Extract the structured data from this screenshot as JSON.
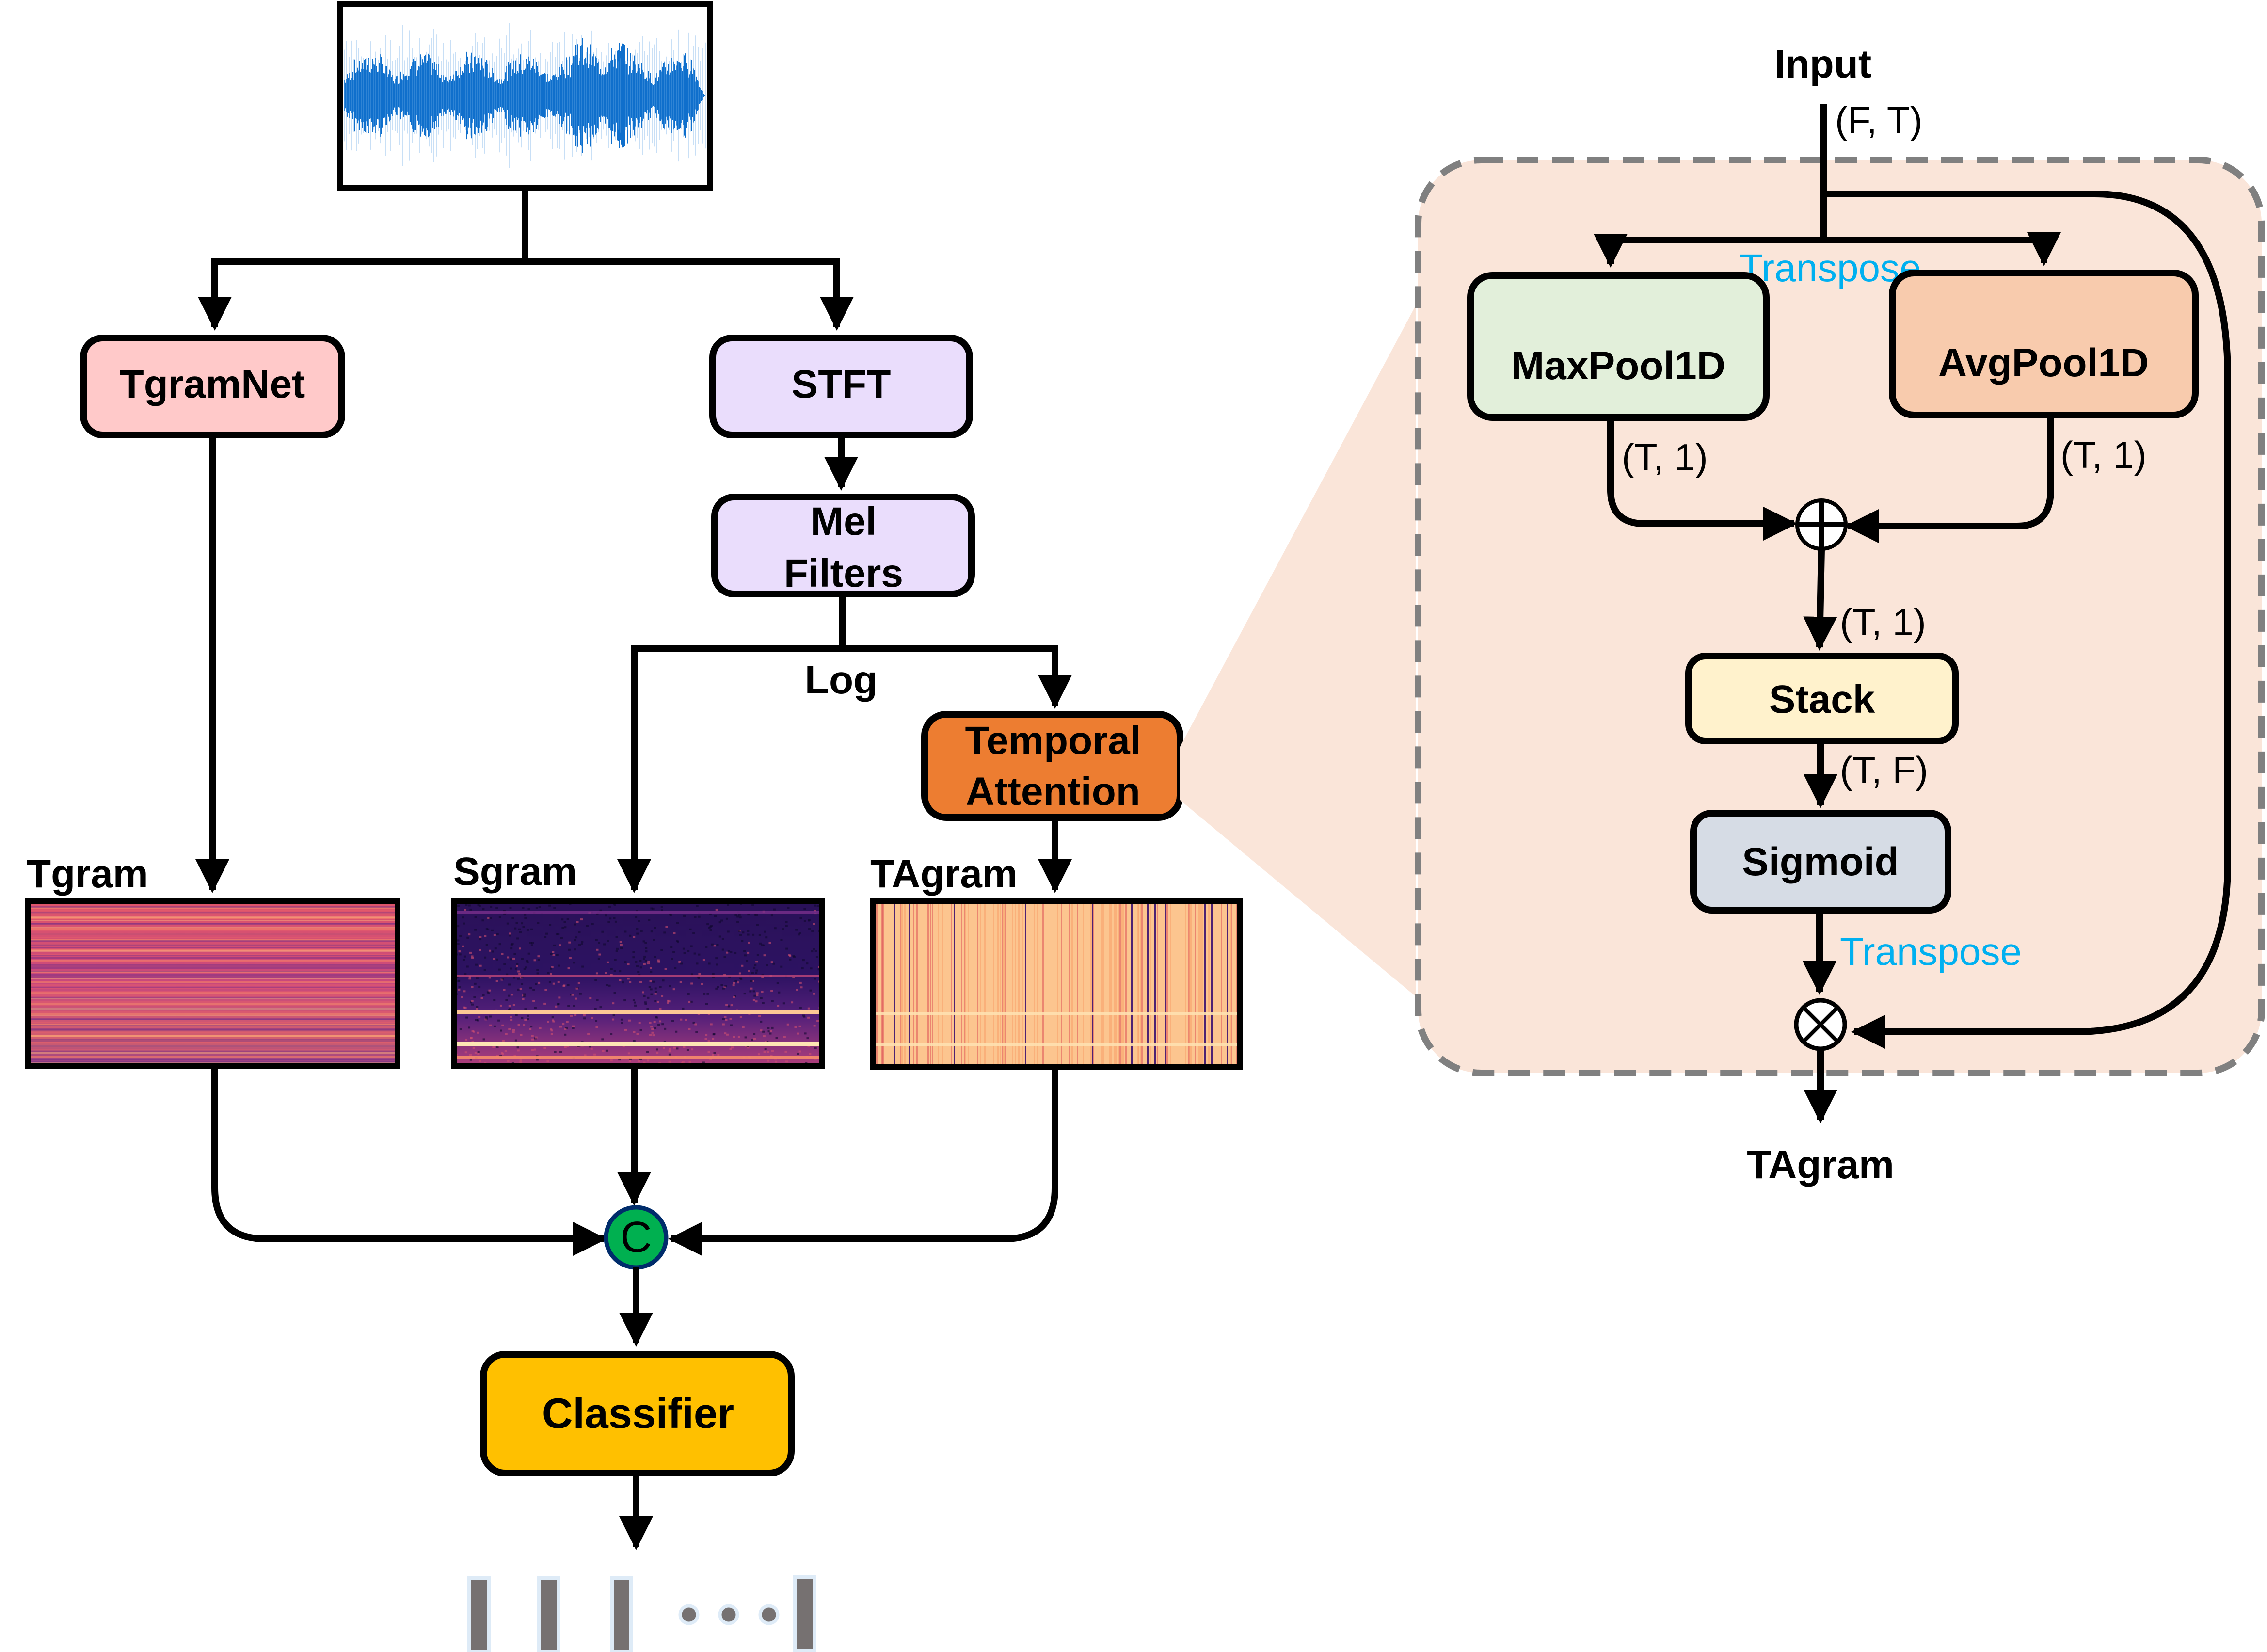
{
  "colors": {
    "tgramnet": "#FFC9C9",
    "stft": "#EADDFC",
    "mel": "#EADDFC",
    "temporal_attention": "#ED7D31",
    "classifier": "#FFC000",
    "concat": "#00B050",
    "concat_border": "#002C6B",
    "maxpool": "#E2EFDA",
    "avgpool": "#F8CBAD",
    "stack": "#FFF2CC",
    "sigmoid": "#D6DCE5",
    "panel_fill": "#FAE5D9",
    "panel_border": "#808080",
    "transpose_text": "#00B0F0",
    "waveform": "#0F6FCC",
    "output_bar": "#767171",
    "output_bar_border": "#DEEBF7"
  },
  "left": {
    "waveform_label": "audio-waveform",
    "tgramnet": "TgramNet",
    "stft": "STFT",
    "mel_line1": "Mel",
    "mel_line2": "Filters",
    "log": "Log",
    "ta_line1": "Temporal",
    "ta_line2": "Attention",
    "tgram": "Tgram",
    "sgram": "Sgram",
    "tagram": "TAgram",
    "concat_symbol": "C",
    "classifier": "Classifier",
    "output_count_visible": 4
  },
  "right": {
    "input": "Input",
    "input_shape": "(F, T)",
    "transpose_top": "Transpose",
    "maxpool": "MaxPool1D",
    "avgpool": "AvgPool1D",
    "maxpool_shape": "(T, 1)",
    "avgpool_shape": "(T, 1)",
    "sum_shape": "(T, 1)",
    "stack": "Stack",
    "stack_shape": "(T, F)",
    "sigmoid": "Sigmoid",
    "transpose_bottom": "Transpose",
    "output": "TAgram"
  }
}
